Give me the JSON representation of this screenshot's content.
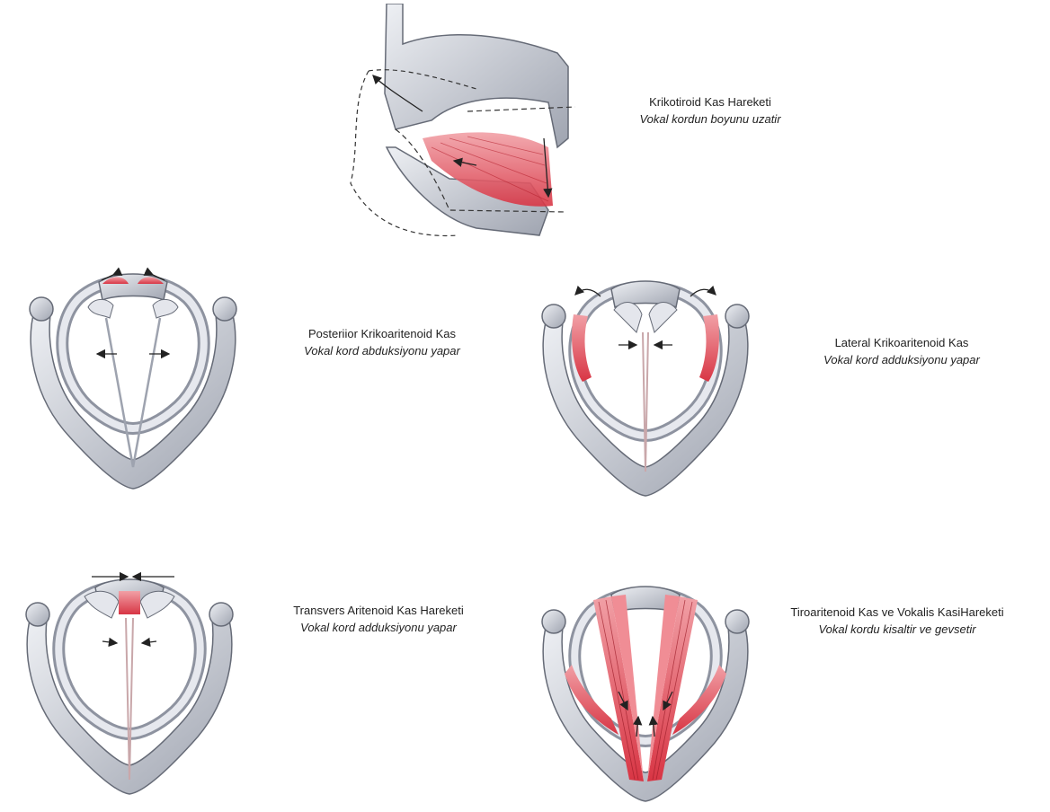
{
  "panels": [
    {
      "title": "Krikotiroid Kas Hareketi",
      "subtitle": "Vokal kordun boyunu uzatir"
    },
    {
      "title": "Posteriior Krikoaritenoid Kas",
      "subtitle": "Vokal kord abduksiyonu yapar"
    },
    {
      "title": "Lateral Krikoaritenoid Kas",
      "subtitle": "Vokal kord adduksiyonu yapar"
    },
    {
      "title": "Transvers Aritenoid Kas Hareketi",
      "subtitle": "Vokal kord adduksiyonu yapar"
    },
    {
      "title": "Tiroaritenoid Kas ve Vokalis KasiHareketi",
      "subtitle": "Vokal kordu kisaltir ve gevsetir"
    }
  ],
  "colors": {
    "cartilage": "#c9ccd4",
    "cartilage_dark": "#8e93a0",
    "muscle": "#e0424f",
    "outline": "#555a66"
  }
}
